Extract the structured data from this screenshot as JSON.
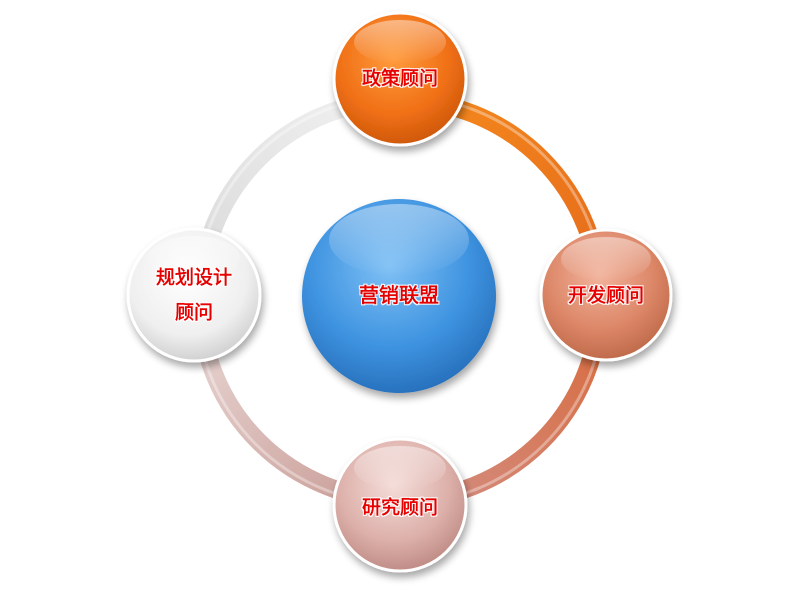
{
  "diagram": {
    "center": {
      "label": "营销联盟",
      "color": "#3f8fd8"
    },
    "nodes": [
      {
        "id": "top",
        "label": "政策顾问",
        "color": "#ee6d10"
      },
      {
        "id": "right",
        "label": "开发顾问",
        "color": "#d98060"
      },
      {
        "id": "bottom",
        "label": "研究顾问",
        "color": "#d9a7a0"
      },
      {
        "id": "left",
        "label_line1": "规划设计",
        "label_line2": "顾问",
        "color": "#f2f2f2"
      }
    ],
    "text_color": "#e60000"
  }
}
